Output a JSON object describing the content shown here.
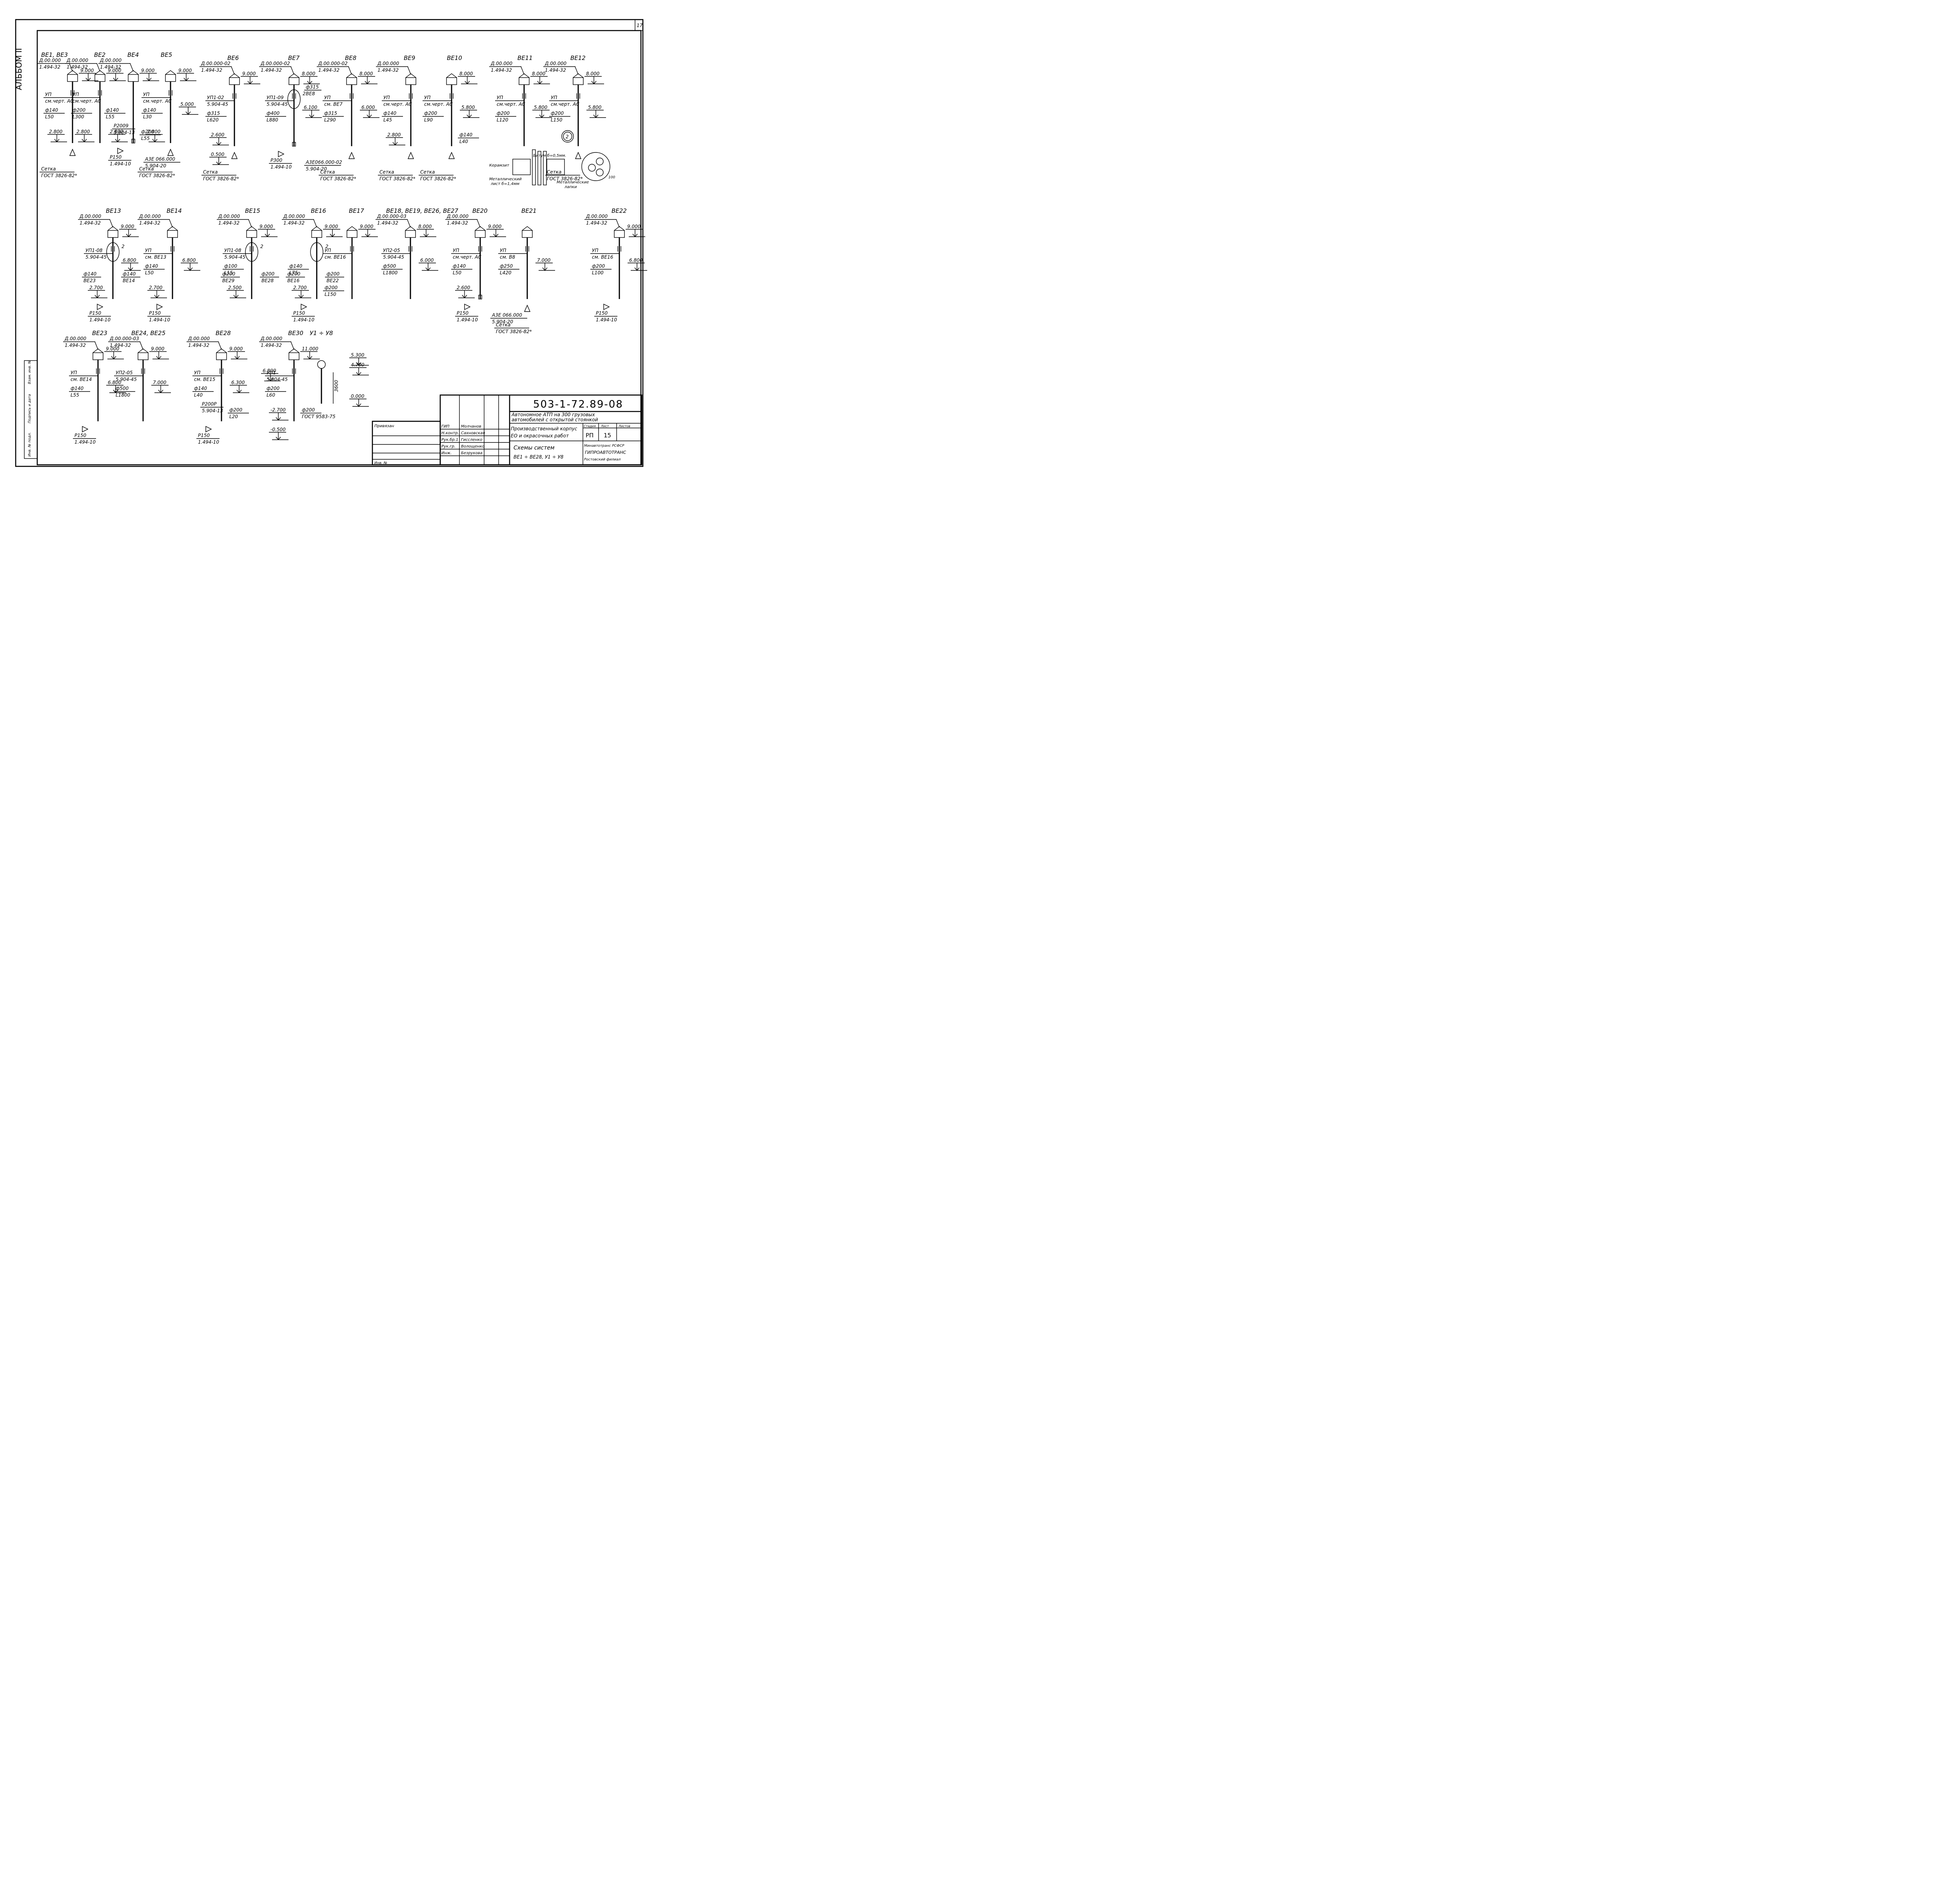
{
  "sheet": {
    "album_label": "АЛЬБОМ II",
    "sheet_number": "17",
    "side_stamp": [
      "Инв. № подл.",
      "Подпись и дата",
      "Взам. инв. №"
    ]
  },
  "systems": [
    {
      "id": "BE1_BE3",
      "title": "BE1, BE3",
      "deflector": [
        "Д.00.000",
        "1.494-32"
      ],
      "top_mark": "9.000",
      "unit": [
        "УП",
        "см.черт. АС"
      ],
      "pipe": [
        "ф140",
        "L50"
      ],
      "bottom_mark": "2.800",
      "grid": [
        "Сетка",
        "ГОСТ 3826-82*"
      ]
    },
    {
      "id": "BE2",
      "title": "BE2",
      "deflector": [
        "Д.00.000",
        "1.494-32"
      ],
      "top_mark": "9.000",
      "unit": [
        "УП",
        "см.черт. АС"
      ],
      "pipe": [
        "ф200",
        "L300"
      ],
      "bottom_mark": "2.800"
    },
    {
      "id": "BE4",
      "title": "BE4",
      "deflector": [
        "Д.00.000",
        "1.494-32"
      ],
      "top_mark": "9.000",
      "pipe": [
        "ф140",
        "L55"
      ],
      "valve": [
        "Р2009",
        "5.904-13"
      ],
      "bottom_mark": "2.800",
      "pipe2": [
        "ф200",
        "L55"
      ],
      "damper": [
        "А3Е 066.000",
        "5.904-20"
      ],
      "louver": [
        "Р150",
        "1.494-10"
      ]
    },
    {
      "id": "BE5",
      "title": "BE5",
      "top_mark": "9.000",
      "unit": [
        "УП",
        "см.черт. АС"
      ],
      "pipe": [
        "ф140",
        "L30"
      ],
      "mid_mark": "5.000",
      "bottom_mark": "2.800",
      "grid": [
        "Сетка",
        "ГОСТ 3826-82*"
      ]
    },
    {
      "id": "BE6",
      "title": "BE6",
      "deflector": [
        "Д.00.000-02",
        "1.494-32"
      ],
      "top_mark": "9.000",
      "unit": [
        "УП1-02",
        "5.904-45"
      ],
      "pipe": [
        "ф315",
        "L620"
      ],
      "bottom_mark": "2.600",
      "low_mark": "0.500",
      "grid": [
        "Сетка",
        "ГОСТ 3826-82*"
      ]
    },
    {
      "id": "BE7",
      "title": "BE7",
      "deflector": [
        "Д.00.000-02",
        "1.494-32"
      ],
      "top_mark": "8.000",
      "unit": [
        "УП1-09",
        "5.904-45"
      ],
      "branch": [
        "ф315",
        "BE8"
      ],
      "node": "2",
      "mid_mark": "6.100",
      "louver": [
        "Р300",
        "1.494-10"
      ],
      "pipe": [
        "ф400",
        "L880"
      ],
      "damper": [
        "А3Е066.000-02",
        "5.904-20"
      ]
    },
    {
      "id": "BE8",
      "title": "BE8",
      "deflector": [
        "Д.00.000-02",
        "1.494-32"
      ],
      "top_mark": "8.000",
      "unit": [
        "УП",
        "см. BE7"
      ],
      "mid_mark": "6.000",
      "pipe": [
        "ф315",
        "L290"
      ],
      "grid": [
        "Сетка",
        "ГОСТ 3826-82*"
      ]
    },
    {
      "id": "BE9",
      "title": "BE9",
      "deflector": [
        "Д.00.000",
        "1.494-32"
      ],
      "unit": [
        "УП",
        "см.черт. АС"
      ],
      "pipe": [
        "ф140",
        "L45"
      ],
      "bottom_mark": "2.800",
      "grid": [
        "Сетка",
        "ГОСТ 3826-82*"
      ]
    },
    {
      "id": "BE10",
      "title": "BE10",
      "top_mark": "8.000",
      "unit": [
        "УП",
        "см.черт. АС"
      ],
      "pipe": [
        "ф200",
        "L90"
      ],
      "pipe2": [
        "ф140",
        "L40"
      ],
      "mid_mark": "5.800",
      "grid": [
        "Сетка",
        "ГОСТ 3826-82*"
      ]
    },
    {
      "id": "BE11",
      "title": "BE11",
      "deflector": [
        "Д.00.000",
        "1.494-32"
      ],
      "top_mark": "8.000",
      "pipe": [
        "ф200",
        "L120"
      ],
      "unit": [
        "УП",
        "см.черт. АС"
      ],
      "mid_mark": "5.800"
    },
    {
      "id": "BE12",
      "title": "BE12",
      "deflector": [
        "Д.00.000",
        "1.494-32"
      ],
      "top_mark": "8.000",
      "pipe": [
        "ф200",
        "L150"
      ],
      "unit": [
        "УП",
        "см.черт. АС"
      ],
      "mid_mark": "5.800",
      "grid": [
        "Сетка",
        "ГОСТ 3826-82*"
      ]
    },
    {
      "id": "BE13",
      "title": "BE13",
      "deflector": [
        "Д.00.000",
        "1.494-32"
      ],
      "top_mark": "9.000",
      "unit": [
        "УП1-08",
        "5.904-45"
      ],
      "node": "2",
      "mid_mark": "6.800",
      "branch1": [
        "ф140",
        "BE23"
      ],
      "branch2": [
        "ф140",
        "BE14"
      ],
      "bottom_mark": "2.700",
      "louver": [
        "Р150",
        "1.494-10"
      ]
    },
    {
      "id": "BE14",
      "title": "BE14",
      "deflector": [
        "Д.00.000",
        "1.494-32"
      ],
      "unit": [
        "УП",
        "см. BE13"
      ],
      "mid_mark": "6.800",
      "pipe": [
        "ф140",
        "L50"
      ],
      "bottom_mark": "2.700",
      "louver": [
        "Р150",
        "1.494-10"
      ]
    },
    {
      "id": "BE15",
      "title": "BE15",
      "deflector": [
        "Д.00.000",
        "1.494-32"
      ],
      "top_mark": "9.000",
      "node": "2",
      "unit": [
        "УП1-08",
        "5.904-45"
      ],
      "branch1": [
        "ф200",
        "BE29"
      ],
      "branch2": [
        "ф200",
        "BE28"
      ],
      "pipe": [
        "ф100",
        "L15"
      ],
      "bottom_mark": "2.500"
    },
    {
      "id": "BE16",
      "title": "BE16",
      "deflector": [
        "Д.00.000",
        "1.494-32"
      ],
      "top_mark": "9.000",
      "node": "2",
      "branch1": [
        "ф200",
        "BE16"
      ],
      "branch2": [
        "ф200",
        "BE22"
      ],
      "pipe": [
        "ф140",
        "L75"
      ],
      "pipe2": [
        "ф200",
        "L150"
      ],
      "bottom_mark": "2.700",
      "louver": [
        "Р150",
        "1.494-10"
      ]
    },
    {
      "id": "BE17",
      "title": "BE17",
      "top_mark": "9.000",
      "unit": [
        "УП",
        "см. BE16"
      ]
    },
    {
      "id": "BE18_19_26_27",
      "title": "BE18, BE19, BE26, BE27",
      "deflector": [
        "Д.00.000-03",
        "1.494-32"
      ],
      "top_mark": "8.000",
      "unit": [
        "УП2-05",
        "5.904-45"
      ],
      "mid_mark": "6.000",
      "pipe": [
        "ф500",
        "L1800"
      ]
    },
    {
      "id": "BE20",
      "title": "BE20",
      "deflector": [
        "Д.00.000",
        "1.494-32"
      ],
      "top_mark": "9.000",
      "unit": [
        "УП",
        "см.черт. АС"
      ],
      "pipe": [
        "ф140",
        "L50"
      ],
      "bottom_mark": "2.600",
      "louver": [
        "Р150",
        "1.494-10"
      ],
      "damper": [
        "А3Е 066.000",
        "5.904-20"
      ]
    },
    {
      "id": "BE21",
      "title": "BE21",
      "mid_mark": "7.000",
      "unit": [
        "УП",
        "см. В8"
      ],
      "grid": [
        "Сетка",
        "ГОСТ 3826-82*"
      ],
      "pipe": [
        "ф250",
        "L420"
      ]
    },
    {
      "id": "BE22",
      "title": "BE22",
      "deflector": [
        "Д.00.000",
        "1.494-32"
      ],
      "top_mark": "9.000",
      "unit": [
        "УП",
        "см. BE16"
      ],
      "mid_mark": "6.800",
      "louver": [
        "Р150",
        "1.494-10"
      ],
      "pipe": [
        "ф200",
        "L100"
      ]
    },
    {
      "id": "BE23",
      "title": "BE23",
      "deflector": [
        "Д.00.000",
        "1.494-32"
      ],
      "top_mark": "9.000",
      "unit": [
        "УП",
        "см. BE14"
      ],
      "pipe": [
        "ф140",
        "L55"
      ],
      "mid_mark": "6.800",
      "louver": [
        "Р150",
        "1.494-10"
      ]
    },
    {
      "id": "BE24_25",
      "title": "BE24, BE25",
      "deflector": [
        "Д.00.000-03",
        "1.494-32"
      ],
      "top_mark": "9.000",
      "unit": [
        "УП2-05",
        "5.904-45"
      ],
      "mid_mark": "7.000",
      "pipe": [
        "ф500",
        "L1800"
      ]
    },
    {
      "id": "BE28",
      "title": "BE28",
      "deflector": [
        "Д.00.000",
        "1.494-32"
      ],
      "top_mark": "9.000",
      "unit": [
        "УП",
        "см. BE15"
      ],
      "mid_mark": "6.300",
      "pipe": [
        "ф140",
        "L40"
      ],
      "louver": [
        "Р150",
        "1.494-10"
      ],
      "valve": [
        "Р200Р",
        "5.904-13"
      ],
      "pipe2": [
        "ф200",
        "L20"
      ]
    },
    {
      "id": "BE30",
      "title": "BE30",
      "deflector": [
        "Д.00.000",
        "1.494-32"
      ],
      "top_mark": "11.000",
      "mark2": "6.800",
      "pipe": [
        "ф200",
        "L60"
      ],
      "unit": [
        "УП1",
        "5.904-45"
      ],
      "low_mark": "-0.500",
      "pipe2": [
        "ф200",
        "ГОСТ 9583-75"
      ],
      "bottom_mark": "-2.700"
    },
    {
      "id": "U1_U8",
      "title": "У1 ÷ У8",
      "marks": [
        "5.300",
        "4.700",
        "0.000"
      ],
      "dimension": "3600"
    }
  ],
  "detail": {
    "callout": "2",
    "labels": [
      "Битум б=0,5мм.",
      "Керамзит",
      "Металлический",
      "лист б=1,4мм",
      "Металлические",
      "лапки"
    ],
    "dim": "100"
  },
  "title_block": {
    "code": "503-1-72.89-08",
    "project": [
      "Автономное АТП на 300 грузовых",
      "автомобилей с открытой стоянкой"
    ],
    "building": [
      "Производственный корпус",
      "ЕО и окрасочных работ"
    ],
    "sheet_title": [
      "Схемы систем",
      "BE1 ÷ BE28, У1 ÷ У8"
    ],
    "stage_header": "Стадия",
    "sheet_header": "Лист",
    "sheets_header": "Листов",
    "stage": "РП",
    "sheet": "15",
    "sheets": "",
    "org": [
      "Минавтотранс РСФСР",
      "ГИПРОАВТОТРАНС",
      "Ростовский филиал"
    ],
    "bound_label": "Привязан",
    "inv_label": "Инв. №",
    "roles": [
      {
        "role": "ГИП",
        "name": "Молчанов"
      },
      {
        "role": "Н.контр.",
        "name": "Сахновская"
      },
      {
        "role": "Рук.бр.1",
        "name": "Гиссленко"
      },
      {
        "role": "Рук.гр.",
        "name": "Волощенко"
      },
      {
        "role": "Инж.",
        "name": "Безрукова"
      }
    ]
  }
}
